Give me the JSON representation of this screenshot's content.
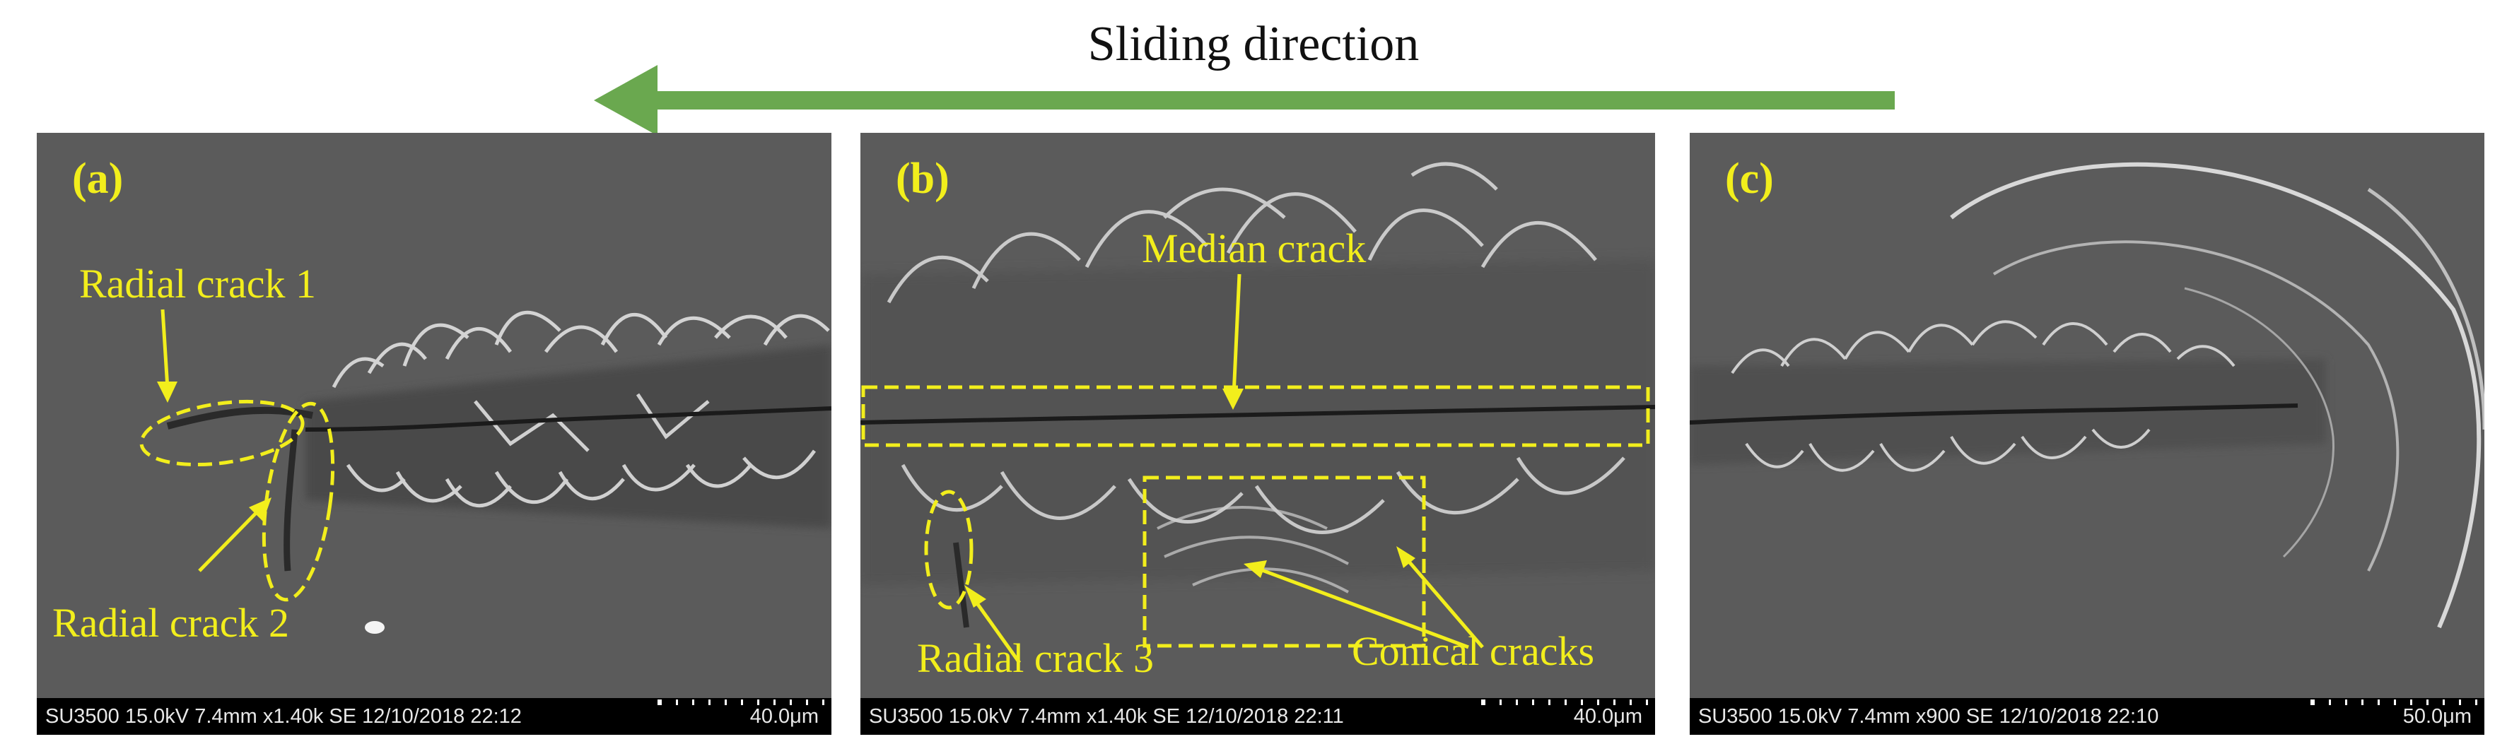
{
  "figure": {
    "title": "Sliding direction",
    "arrow_color": "#6aa84f",
    "annotation_color": "#f2ee1c"
  },
  "panels": [
    {
      "label": "(a)",
      "annotations": [
        "Radial crack 1",
        "Radial crack 2"
      ],
      "info": "SU3500 15.0kV 7.4mm x1.40k SE 12/10/2018 22:12",
      "scale": "40.0μm"
    },
    {
      "label": "(b)",
      "annotations": [
        "Median crack",
        "Radial crack 3",
        "Conical cracks"
      ],
      "info": "SU3500 15.0kV 7.4mm x1.40k SE 12/10/2018 22:11",
      "scale": "40.0μm"
    },
    {
      "label": "(c)",
      "annotations": [],
      "info": "SU3500 15.0kV 7.4mm x900 SE 12/10/2018 22:10",
      "scale": "50.0μm"
    }
  ]
}
